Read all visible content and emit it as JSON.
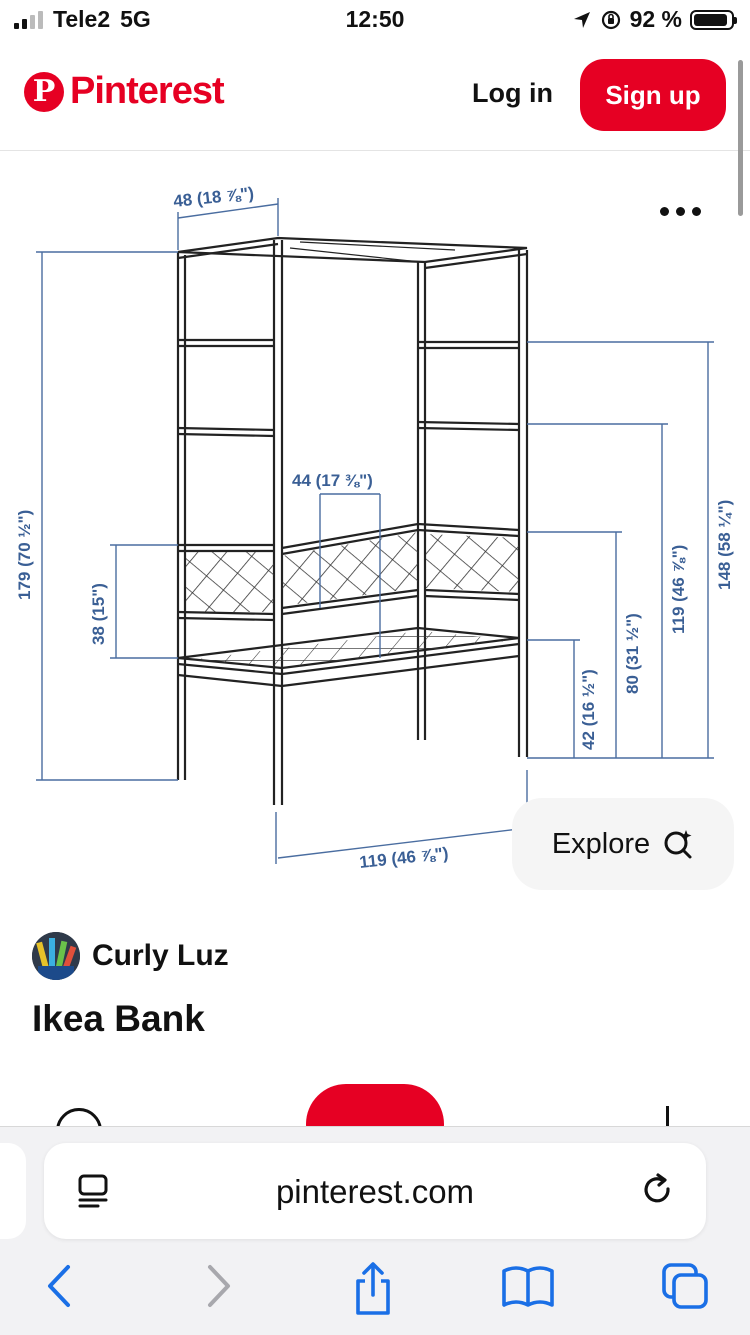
{
  "status_bar": {
    "carrier": "Tele2",
    "network": "5G",
    "time": "12:50",
    "battery": "92 %",
    "battery_level": 0.92
  },
  "header": {
    "logo_text": "Pinterest",
    "login_label": "Log in",
    "signup_label": "Sign up",
    "brand_color": "#e60023"
  },
  "pin": {
    "dimensions": {
      "depth": "48 (18 ⅞\")",
      "height_total": "179 (70 ½\")",
      "seat_inner": "44 (17 ⅜\")",
      "backrest": "38 (15\")",
      "shelf_high": "148 (58 ¼\")",
      "shelf_mid": "119 (46 ⅞\")",
      "armrest": "80 (31 ½\")",
      "seat_height": "42 (16 ½\")",
      "width": "119 (46 ⅞\")"
    },
    "explore_label": "Explore",
    "creator_name": "Curly Luz",
    "title": "Ikea Bank"
  },
  "safari": {
    "url": "pinterest.com"
  }
}
